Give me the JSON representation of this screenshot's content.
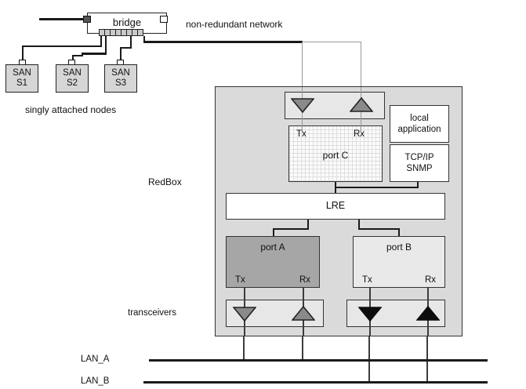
{
  "colors": {
    "background": "#ffffff",
    "box_gray": "#d6d6d6",
    "redbox_bg": "#dadada",
    "port_a_fill": "#a6a6a6",
    "port_b_fill": "#e9e9e9",
    "transceiver_fill": "#e7e7e7",
    "triangle_gray": "#8a8a8a",
    "triangle_black": "#0d0d0d",
    "wire_dark": "#1a1a1a",
    "wire_thin_gray": "#999999"
  },
  "network": {
    "bridge_label": "bridge",
    "non_redundant_label": "non-redundant network",
    "san_nodes": [
      {
        "type": "SAN",
        "id": "S1"
      },
      {
        "type": "SAN",
        "id": "S2"
      },
      {
        "type": "SAN",
        "id": "S3"
      }
    ],
    "singly_attached_label": "singly attached nodes"
  },
  "redbox": {
    "label": "RedBox",
    "port_c": {
      "label": "port C",
      "tx_label": "Tx",
      "rx_label": "Rx"
    },
    "local_application": {
      "line1": "local",
      "line2": "application"
    },
    "tcpip_snmp": {
      "line1": "TCP/IP",
      "line2": "SNMP"
    },
    "lre": {
      "label": "LRE"
    },
    "port_a": {
      "label": "port A",
      "tx_label": "Tx",
      "rx_label": "Rx"
    },
    "port_b": {
      "label": "port B",
      "tx_label": "Tx",
      "rx_label": "Rx"
    }
  },
  "bottom": {
    "transceivers_label": "transceivers",
    "lan_a_label": "LAN_A",
    "lan_b_label": "LAN_B"
  }
}
